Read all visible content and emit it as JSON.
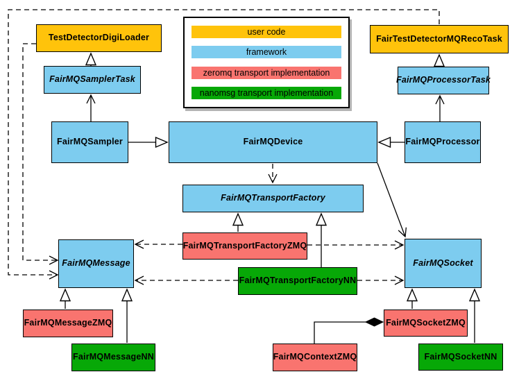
{
  "diagram": {
    "kind": "uml-class-diagram",
    "legend": {
      "items": [
        {
          "label": "user code",
          "color": "#FFC30B",
          "category": "user"
        },
        {
          "label": "framework",
          "color": "#7DCCEF",
          "category": "framework"
        },
        {
          "label": "zeromq transport implementation",
          "color": "#F9746F",
          "category": "zmq"
        },
        {
          "label": "nanomsg transport implementation",
          "color": "#07A807",
          "category": "nn"
        }
      ]
    },
    "nodes": [
      {
        "label": "TestDetectorDigiLoader",
        "category": "user",
        "abstract": false
      },
      {
        "label": "FairTestDetectorMQRecoTask",
        "category": "user",
        "abstract": false
      },
      {
        "label": "FairMQSamplerTask",
        "category": "framework",
        "abstract": true
      },
      {
        "label": "FairMQProcessorTask",
        "category": "framework",
        "abstract": true
      },
      {
        "label": "FairMQSampler",
        "category": "framework",
        "abstract": false
      },
      {
        "label": "FairMQDevice",
        "category": "framework",
        "abstract": false
      },
      {
        "label": "FairMQProcessor",
        "category": "framework",
        "abstract": false
      },
      {
        "label": "FairMQTransportFactory",
        "category": "framework",
        "abstract": true
      },
      {
        "label": "FairMQTransportFactoryZMQ",
        "category": "zmq",
        "abstract": false
      },
      {
        "label": "FairMQTransportFactoryNN",
        "category": "nn",
        "abstract": false
      },
      {
        "label": "FairMQMessage",
        "category": "framework",
        "abstract": true
      },
      {
        "label": "FairMQSocket",
        "category": "framework",
        "abstract": true
      },
      {
        "label": "FairMQMessageZMQ",
        "category": "zmq",
        "abstract": false
      },
      {
        "label": "FairMQMessageNN",
        "category": "nn",
        "abstract": false
      },
      {
        "label": "FairMQSocketZMQ",
        "category": "zmq",
        "abstract": false
      },
      {
        "label": "FairMQSocketNN",
        "category": "nn",
        "abstract": false
      },
      {
        "label": "FairMQContextZMQ",
        "category": "zmq",
        "abstract": false
      }
    ],
    "edges": [
      {
        "from": "FairMQSamplerTask",
        "to": "TestDetectorDigiLoader",
        "type": "inheritance"
      },
      {
        "from": "FairMQProcessorTask",
        "to": "FairTestDetectorMQRecoTask",
        "type": "inheritance"
      },
      {
        "from": "FairMQSampler",
        "to": "FairMQDevice",
        "type": "inheritance"
      },
      {
        "from": "FairMQProcessor",
        "to": "FairMQDevice",
        "type": "inheritance"
      },
      {
        "from": "FairMQTransportFactoryZMQ",
        "to": "FairMQTransportFactory",
        "type": "inheritance"
      },
      {
        "from": "FairMQTransportFactoryNN",
        "to": "FairMQTransportFactory",
        "type": "inheritance"
      },
      {
        "from": "FairMQMessageZMQ",
        "to": "FairMQMessage",
        "type": "inheritance"
      },
      {
        "from": "FairMQMessageNN",
        "to": "FairMQMessage",
        "type": "inheritance"
      },
      {
        "from": "FairMQSocketZMQ",
        "to": "FairMQSocket",
        "type": "inheritance"
      },
      {
        "from": "FairMQSocketNN",
        "to": "FairMQSocket",
        "type": "inheritance"
      },
      {
        "from": "FairMQSampler",
        "to": "FairMQSamplerTask",
        "type": "association"
      },
      {
        "from": "FairMQProcessor",
        "to": "FairMQProcessorTask",
        "type": "association"
      },
      {
        "from": "FairMQDevice",
        "to": "FairMQSocket",
        "type": "association"
      },
      {
        "from": "FairMQDevice",
        "to": "FairMQTransportFactory",
        "type": "dependency"
      },
      {
        "from": "FairMQTransportFactoryZMQ",
        "to": "FairMQMessage",
        "type": "dependency"
      },
      {
        "from": "FairMQTransportFactoryZMQ",
        "to": "FairMQSocket",
        "type": "dependency"
      },
      {
        "from": "FairMQTransportFactoryNN",
        "to": "FairMQMessage",
        "type": "dependency"
      },
      {
        "from": "FairMQTransportFactoryNN",
        "to": "FairMQSocket",
        "type": "dependency"
      },
      {
        "from": "TestDetectorDigiLoader",
        "to": "FairMQMessage",
        "type": "dependency"
      },
      {
        "from": "FairTestDetectorMQRecoTask",
        "to": "FairMQMessage",
        "type": "dependency"
      },
      {
        "from": "FairMQContextZMQ",
        "to": "FairMQSocketZMQ",
        "type": "composition"
      }
    ]
  }
}
